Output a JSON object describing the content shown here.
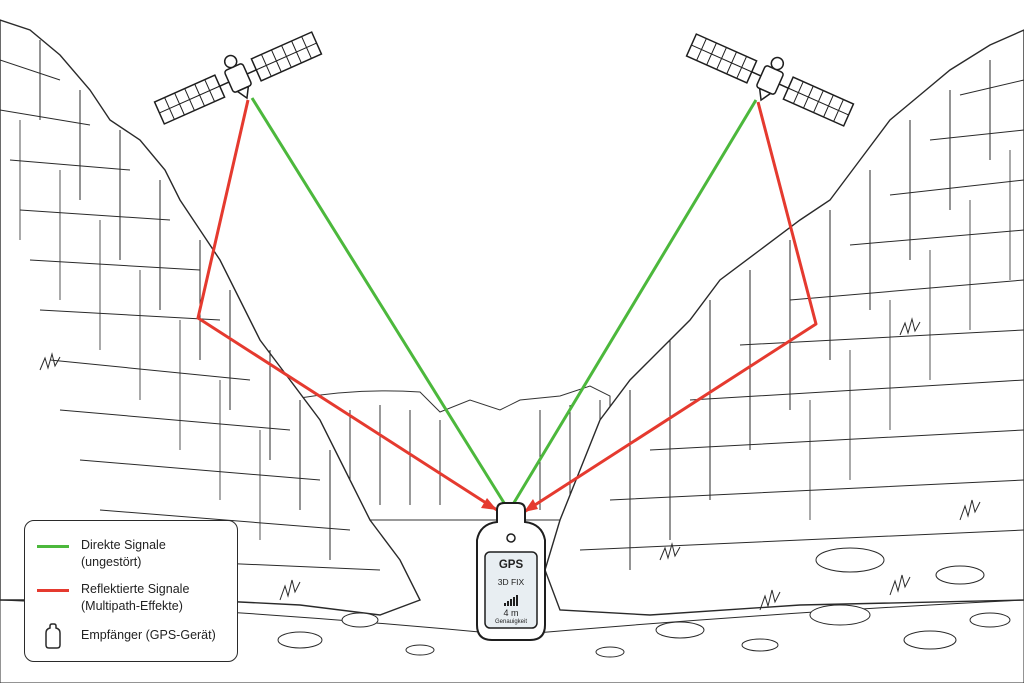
{
  "colors": {
    "direct": "#4cb83c",
    "reflected": "#e53a2f",
    "ink": "#2a2a2a",
    "device_screen": "#e8eef2"
  },
  "legend": {
    "direct_title": "Direkte Signale",
    "direct_sub": "(ungestört)",
    "reflected_title": "Reflektierte Signale",
    "reflected_sub": "(Multipath-Effekte)",
    "receiver_label": "Empfänger (GPS-Gerät)",
    "receiver_icon": "handheld-gps-icon"
  },
  "device": {
    "title": "GPS",
    "fix": "3D FIX",
    "accuracy_value": "4 m",
    "accuracy_label": "Genauigkeit",
    "signal_icon": "signal-bars-icon"
  },
  "satellites": [
    {
      "name": "satellite-left",
      "icon": "satellite-icon"
    },
    {
      "name": "satellite-right",
      "icon": "satellite-icon"
    }
  ]
}
